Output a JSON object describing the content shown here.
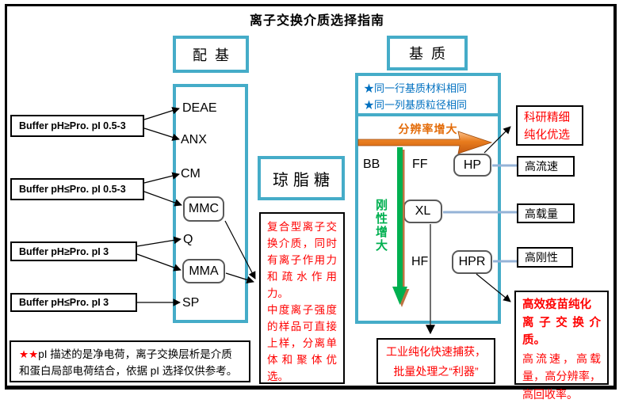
{
  "title": "离子交换介质选择指南",
  "buffers": [
    "Buffer pH≥Pro. pI 0.5-3",
    "Buffer pH≤Pro. pI 0.5-3",
    "Buffer pH≥Pro. pI 3",
    "Buffer pH≤Pro. pI 3"
  ],
  "ligand": {
    "header": "配基",
    "items": [
      "DEAE",
      "ANX",
      "CM",
      "MMC",
      "Q",
      "MMA",
      "SP"
    ]
  },
  "agarose": {
    "label": "琼脂糖",
    "note_p1": "复合型离子交换介质，同时有离子作用力和疏水作用力。",
    "note_p2": "中度离子强度的样品可直接上样，分离单体和聚体优选。"
  },
  "matrix": {
    "header": "基质",
    "row_note": "★同一行基质材料相同",
    "col_note": "★同一列基质粒径相同",
    "resolution_label": "分辨率增大",
    "rigidity_label": "刚性增大",
    "cells": {
      "bb": "BB",
      "ff": "FF",
      "hp": "HP",
      "xl": "XL",
      "hf": "HF",
      "hpr": "HPR"
    }
  },
  "callouts": {
    "research": "科研精细纯化优选",
    "high_flow": "高流速",
    "high_capacity": "高载量",
    "high_rigidity": "高刚性",
    "vaccine_bold1": "高效疫苗纯化",
    "vaccine_bold2": "离子交换介质。",
    "vaccine_rest": "高流速，高载量，高分辨率，高回收率。",
    "industrial": "工业纯化快速捕获，批量处理之“利器”"
  },
  "footnote": {
    "stars": "★★",
    "line1": "pI 描述的是净电荷，离子交换层析是介质",
    "line2": "和蛋白局部电荷结合，依据 pI 选择仅供参考。"
  },
  "colors": {
    "cyan": "#45ACC8",
    "orange": "#E36C0A",
    "green": "#00B050",
    "blue": "#0070C0",
    "red": "#FF0000",
    "connector": "#95B3D7"
  }
}
